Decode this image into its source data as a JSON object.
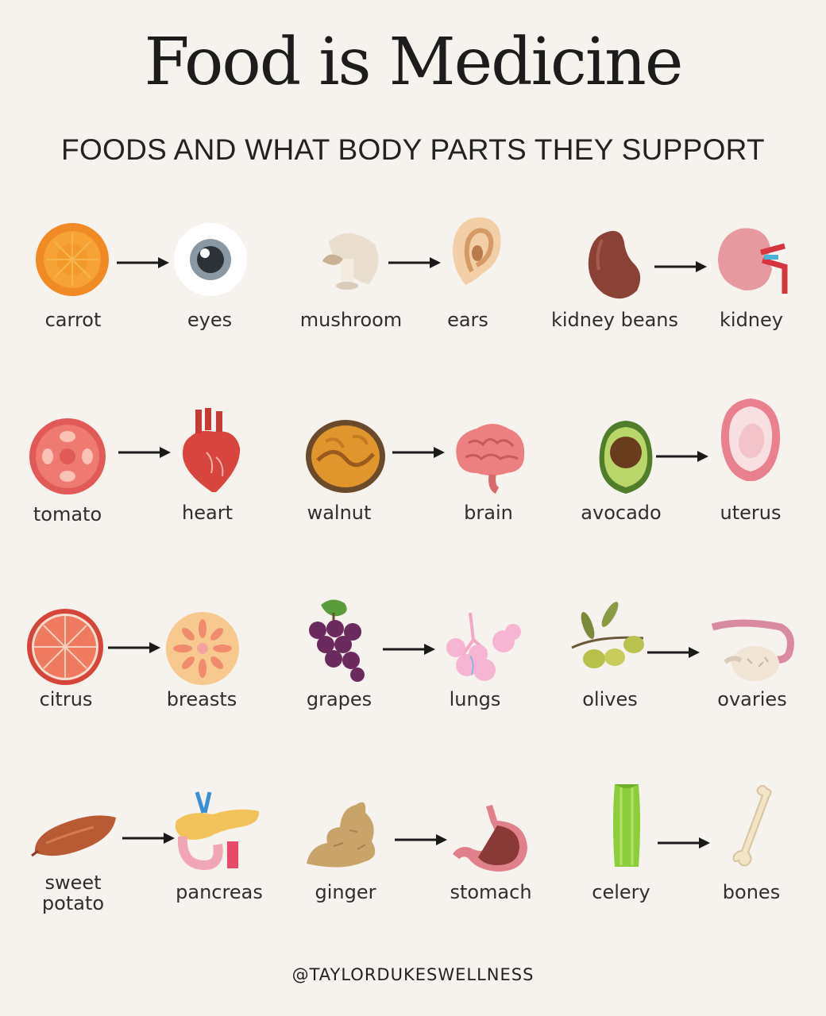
{
  "title": "Food is Medicine",
  "subtitle": "FOODS AND WHAT BODY PARTS THEY SUPPORT",
  "pairs": [
    {
      "food": "carrot",
      "body_part": "eyes"
    },
    {
      "food": "mushroom",
      "body_part": "ears"
    },
    {
      "food": "kidney beans",
      "body_part": "kidney"
    },
    {
      "food": "tomato",
      "body_part": "heart"
    },
    {
      "food": "walnut",
      "body_part": "brain"
    },
    {
      "food": "avocado",
      "body_part": "uterus"
    },
    {
      "food": "citrus",
      "body_part": "breasts"
    },
    {
      "food": "grapes",
      "body_part": "lungs"
    },
    {
      "food": "olives",
      "body_part": "ovaries"
    },
    {
      "food": "sweet potato",
      "body_part": "pancreas"
    },
    {
      "food": "ginger",
      "body_part": "stomach"
    },
    {
      "food": "celery",
      "body_part": "bones"
    }
  ],
  "footer": "@TAYLORDUKESWELLNESS",
  "colors": {
    "background": "#f6f2ee",
    "text": "#2b2b2b",
    "arrow": "#1a1a1a"
  }
}
